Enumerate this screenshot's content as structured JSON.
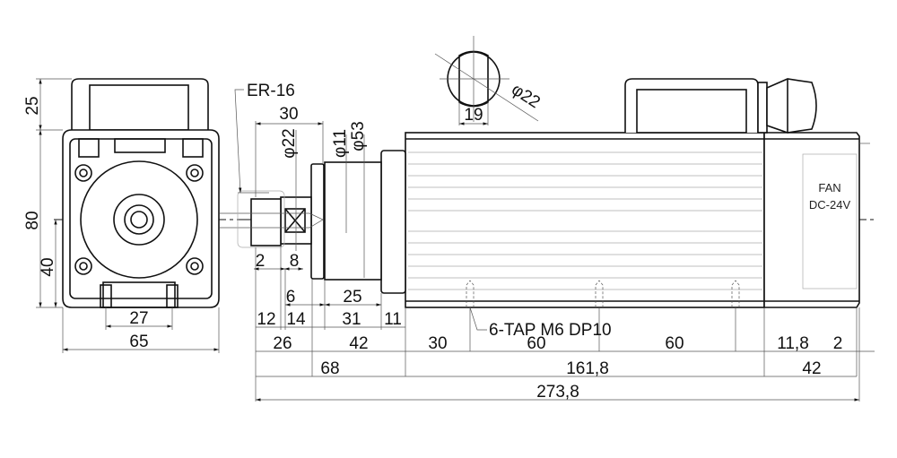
{
  "drawing": {
    "end_view": {
      "dims": {
        "bracket_height": "25",
        "height": "80",
        "center_height": "40",
        "hole_spacing": "27",
        "width": "65"
      }
    },
    "side_view": {
      "collet_label": "ER-16",
      "dims": {
        "collet_length": "30",
        "collet_dia": "φ22",
        "shaft_dia": "φ11",
        "flange_dia": "φ53",
        "d2": "2",
        "d8": "8",
        "d6": "6",
        "d25": "25",
        "d12": "12",
        "d14": "14",
        "d31": "31",
        "d11": "11",
        "d26": "26",
        "d42a": "42",
        "d30": "30",
        "d60a": "60",
        "d60b": "60",
        "d11_8": "11,8",
        "d2b": "2",
        "d68": "68",
        "d161_8": "161,8",
        "d42b": "42",
        "total": "273,8"
      },
      "tap_note": "6-TAP M6 DP10",
      "fan_label": "FAN",
      "fan_voltage": "DC-24V"
    },
    "cable_gland_view": {
      "flat": "19",
      "dia": "φ22"
    }
  }
}
